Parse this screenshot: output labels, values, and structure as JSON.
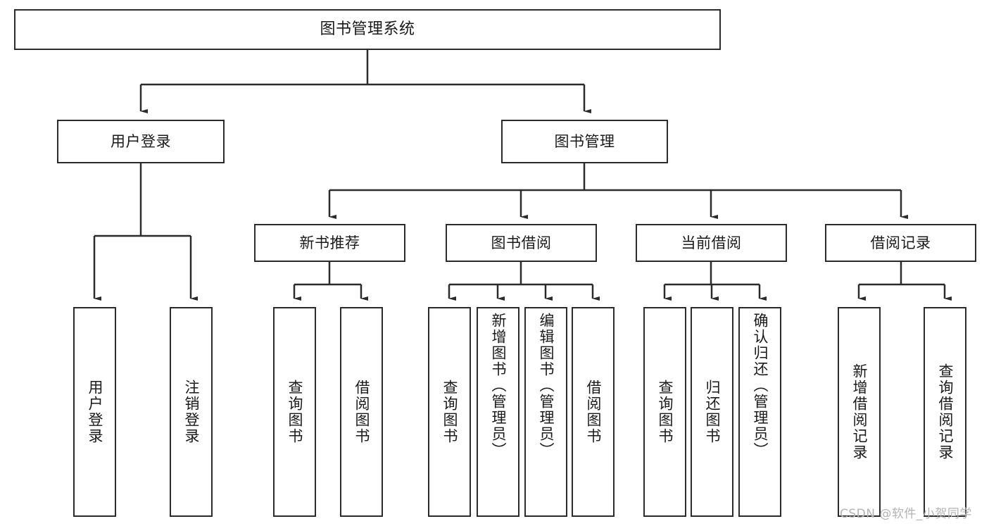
{
  "diagram": {
    "title": "图书管理系统",
    "type": "hierarchy-tree",
    "root": {
      "label": "图书管理系统"
    },
    "level2": [
      {
        "label": "用户登录"
      },
      {
        "label": "图书管理"
      }
    ],
    "level3": [
      {
        "label": "新书推荐"
      },
      {
        "label": "图书借阅"
      },
      {
        "label": "当前借阅"
      },
      {
        "label": "借阅记录"
      }
    ],
    "leaves": {
      "user_login": [
        {
          "label": "用户登录"
        },
        {
          "label": "注销登录"
        }
      ],
      "new_book_recommend": [
        {
          "label": "查询图书"
        },
        {
          "label": "借阅图书"
        }
      ],
      "book_borrow": [
        {
          "label": "查询图书"
        },
        {
          "label": "新增图书（管理员）"
        },
        {
          "label": "编辑图书（管理员）"
        },
        {
          "label": "借阅图书"
        }
      ],
      "current_borrow": [
        {
          "label": "查询图书"
        },
        {
          "label": "归还图书"
        },
        {
          "label": "确认归还（管理员）"
        }
      ],
      "borrow_records": [
        {
          "label": "新增借阅记录"
        },
        {
          "label": "查询借阅记录"
        }
      ]
    }
  },
  "watermark": {
    "text": "CSDN @软件_小贺同学"
  },
  "colors": {
    "stroke": "#2b2b2b",
    "text": "#1a1a1a",
    "background": "#ffffff",
    "watermark": "#b4b4b4"
  }
}
